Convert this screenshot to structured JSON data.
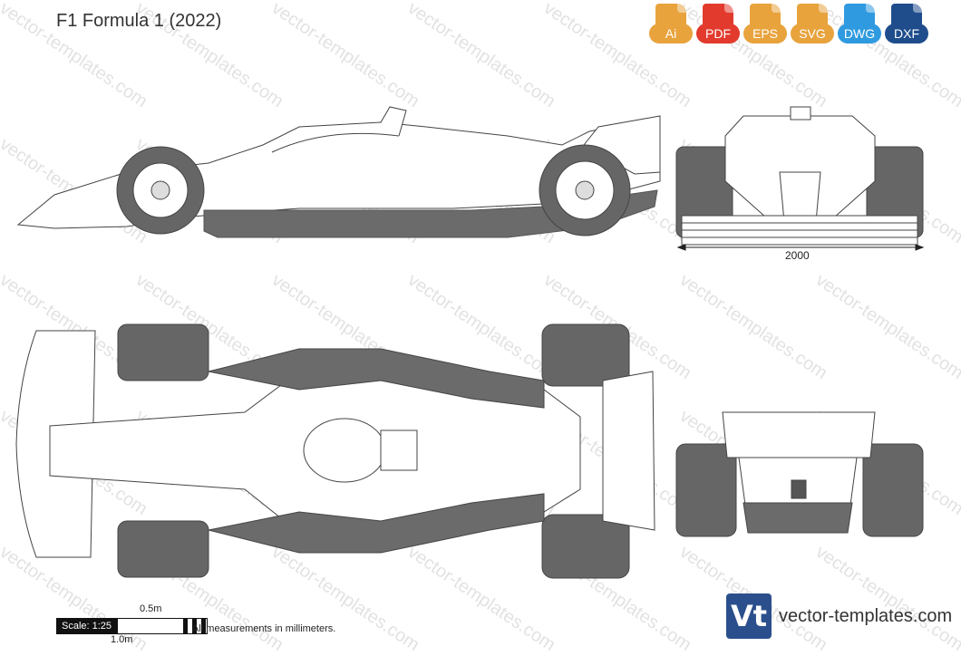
{
  "title": "F1 Formula 1 (2022)",
  "formats": [
    {
      "label": "Ai",
      "color": "#e8a33d"
    },
    {
      "label": "PDF",
      "color": "#e23b2e"
    },
    {
      "label": "EPS",
      "color": "#e8a33d"
    },
    {
      "label": "SVG",
      "color": "#e8a33d"
    },
    {
      "label": "DWG",
      "color": "#2f9ae0"
    },
    {
      "label": "DXF",
      "color": "#1f4d8c"
    }
  ],
  "watermark_text": "vector-templates.com",
  "dimension_width": "2000",
  "scale": {
    "label": "Scale: 1:25",
    "half": "0.5m",
    "full": "1.0m"
  },
  "note": "All measurements in millimeters.",
  "brand": {
    "logo": "Vt",
    "text": "vector-templates.com"
  },
  "colors": {
    "body_fill": "#6b6b6b",
    "outline": "#444444",
    "tire": "#666666"
  }
}
